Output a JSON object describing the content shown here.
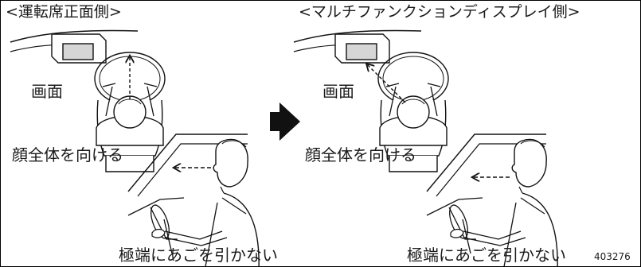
{
  "figure": {
    "left": {
      "heading": "<運転席正面側>",
      "screen_label": "画面",
      "caption_face": "顔全体を向ける",
      "caption_chin": "極端にあごを引かない"
    },
    "right": {
      "heading": "<マルチファンクションディスプレイ側>",
      "screen_label": "画面",
      "caption_face": "顔全体を向ける",
      "caption_chin": "極端にあごを引かない"
    },
    "figure_code": "403276",
    "arrow_color": "#111111",
    "screen_color": "#d6d6d6"
  }
}
